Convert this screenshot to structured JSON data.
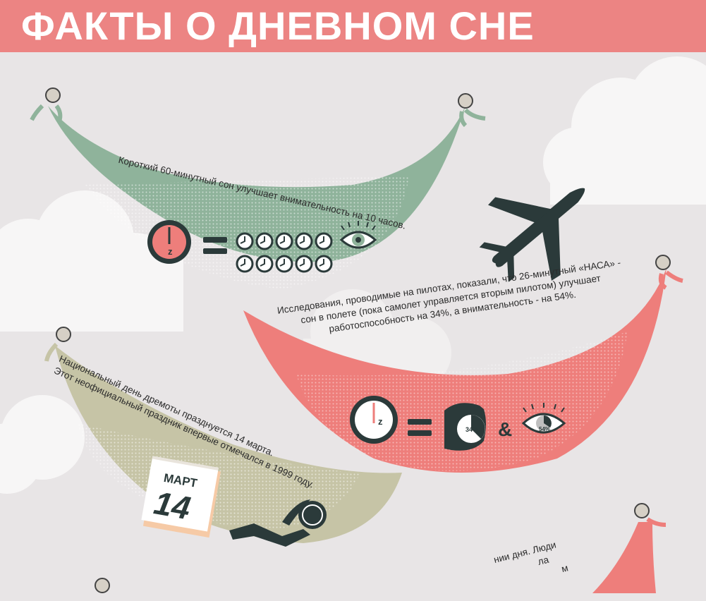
{
  "header": {
    "title": "ФАКТЫ О ДНЕВНОМ СНЕ"
  },
  "facts": [
    {
      "lines": [
        "Короткий 60-минутный сон улучшает внимательность на 10 часов."
      ]
    },
    {
      "lines": [
        "Исследования, проводимые на пилотах, показали, что 26-минутный «НАСА» -",
        "сон в полете (пока самолет управляется вторым пилотом) улучшает",
        "работоспособность на 34%, а внимательность - на 54%."
      ],
      "badges": [
        "34%",
        "54%"
      ],
      "joiner": "&"
    },
    {
      "lines": [
        "Национальный день дремоты празднуется 14 марта.",
        "Этот неофициальный праздник впервые отмечался в 1999 году."
      ],
      "calendar": {
        "month": "МАРТ",
        "day": "14"
      }
    },
    {
      "lines": [
        "нии дня. Люди",
        "ла",
        "м"
      ]
    }
  ],
  "icons": {
    "timer_letter": "z",
    "equals": "="
  },
  "colors": {
    "background": "#e8e5e6",
    "header": "#ec8483",
    "hammock_green": "#8fb39b",
    "hammock_pink": "#ee7e7b",
    "hammock_beige": "#c6c4a6",
    "dark": "#2b3a3a"
  }
}
